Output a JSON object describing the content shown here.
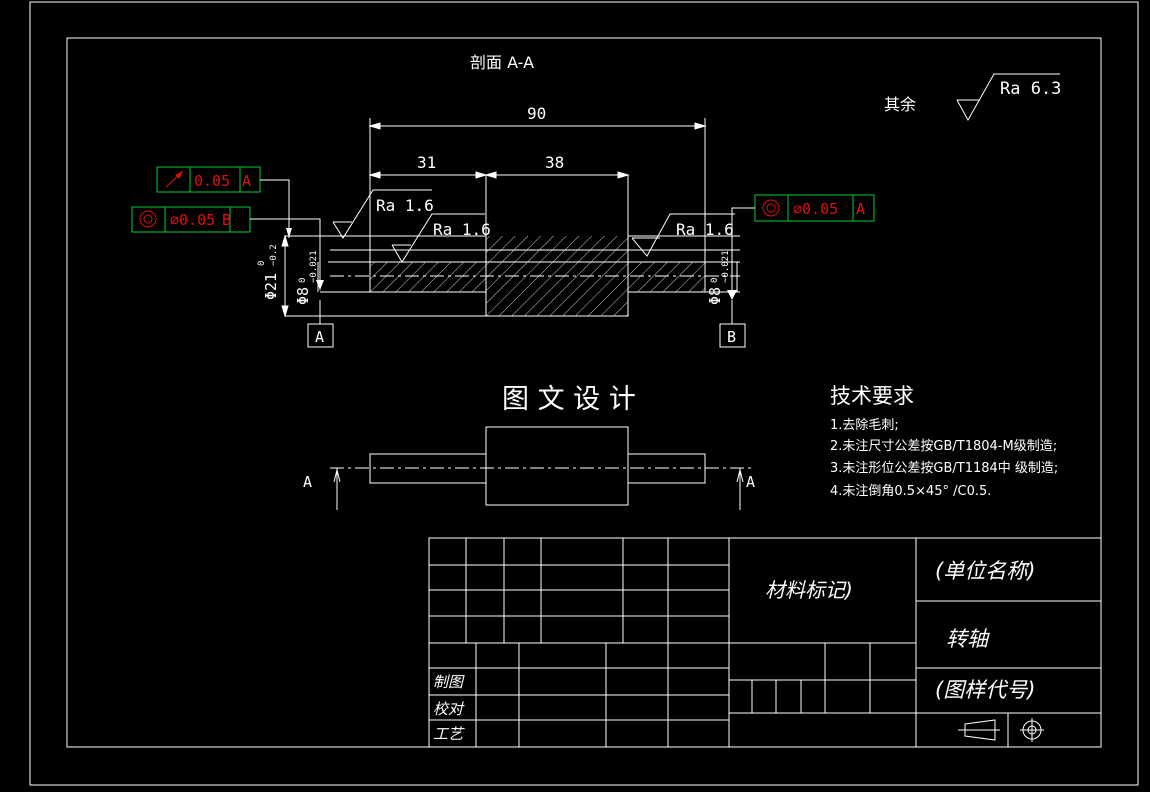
{
  "section_title": "剖面 A-A",
  "surface_default": {
    "prefix": "其余",
    "value": "Ra 6.3"
  },
  "dimensions": {
    "overall": "90",
    "left_step": "31",
    "mid_step": "38"
  },
  "roughness": {
    "left_top": "Ra 1.6",
    "left_inner": "Ra 1.6",
    "right": "Ra 1.6"
  },
  "tolerance_frames": {
    "runout": {
      "value": "0.05",
      "datum": "A"
    },
    "concentric_left": {
      "value": "∅0.05",
      "datum": "B"
    },
    "concentric_right": {
      "value": "∅0.05",
      "datum": "A"
    }
  },
  "diameters": {
    "outer": {
      "base": "Φ21",
      "upper": "0",
      "lower": "−0.2"
    },
    "left_shaft": {
      "base": "Φ8",
      "upper": "0",
      "lower": "−0.021"
    },
    "right_shaft": {
      "base": "Φ8",
      "upper": "0",
      "lower": "−0.021"
    }
  },
  "datums": {
    "left": "A",
    "right": "B"
  },
  "view_title": "图 文 设 计",
  "section_marks": {
    "left": "A",
    "right": "A"
  },
  "tech_requirements": {
    "title": "技术要求",
    "items": [
      "1.去除毛刺;",
      "2.未注尺寸公差按GB/T1804-M级制造;",
      "3.未注形位公差按GB/T1184中 级制造;",
      "4.未注倒角0.5×45° /C0.5."
    ]
  },
  "title_block": {
    "material": "材料标记)",
    "company": "(单位名称)",
    "part_name": "转轴",
    "drawing_no": "(图样代号)",
    "row_draw": "制图",
    "row_check": "校对",
    "row_process": "工艺"
  },
  "colors": {
    "background": "#000000",
    "line": "#ffffff",
    "frame": "#00cc33",
    "tolerance_text": "#e01010"
  }
}
